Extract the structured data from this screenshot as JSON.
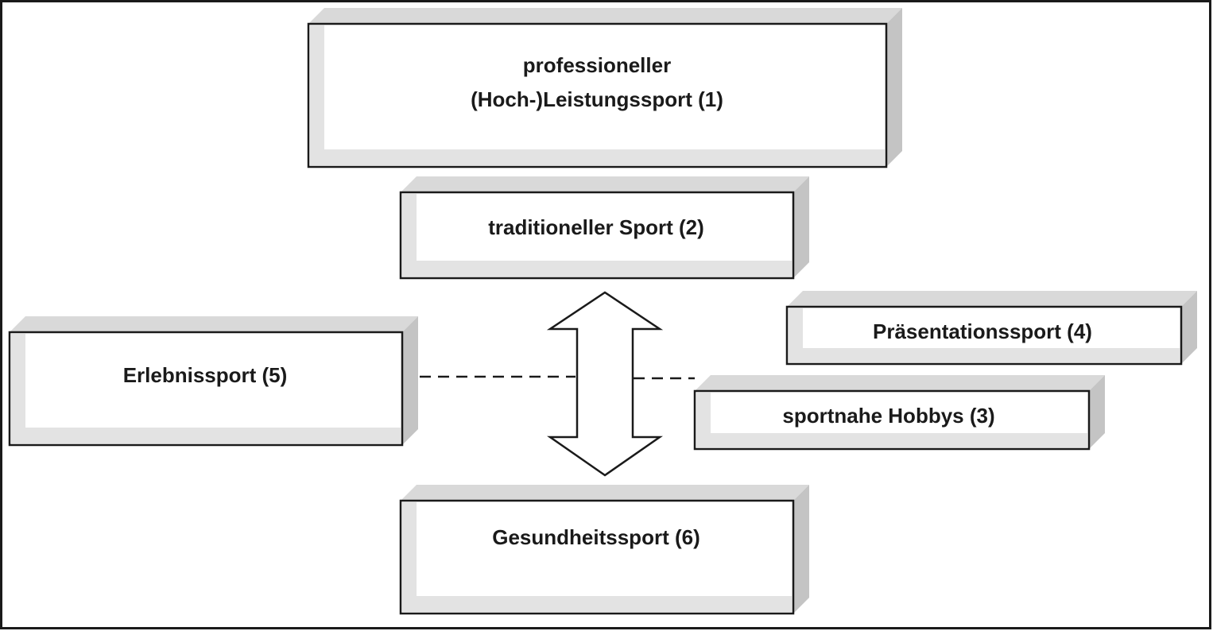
{
  "boxes": {
    "professional": {
      "line1": "professioneller",
      "line2": "(Hoch-)Leistungssport (1)"
    },
    "traditional": {
      "label": "traditioneller Sport (2)"
    },
    "presentation": {
      "label": "Präsentationssport (4)"
    },
    "adventure": {
      "label": "Erlebnissport (5)"
    },
    "hobbies": {
      "label": "sportnahe Hobbys (3)"
    },
    "health": {
      "label": "Gesundheitssport (6)"
    }
  },
  "colors": {
    "face": "#ffffff",
    "bevel_light": "#e6e6e6",
    "bevel_dark": "#bdbdbd",
    "depth": "#c8c8c8",
    "stroke": "#1a1a1a"
  }
}
